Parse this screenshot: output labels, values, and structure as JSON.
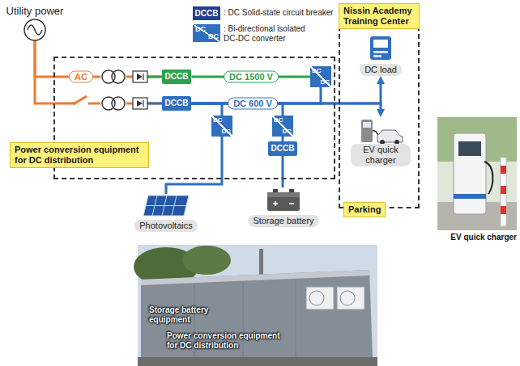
{
  "diagram": {
    "nodes": [
      {
        "text": [
          "Utility power"
        ]
      },
      {
        "text": [
          "Power conversion equipment for DC distribution"
        ]
      },
      {
        "text": [
          "DCCB"
        ],
        "in": 1
      },
      {
        "text": [
          "DC",
          "DC"
        ],
        "in": 1
      },
      {
        "text": [
          "DCCB"
        ],
        "in": 1
      },
      {
        "text": [
          "DC",
          "DC"
        ],
        "in": 1
      },
      {
        "text": [
          "DC",
          "DC"
        ],
        "in": 1
      },
      {
        "text": [
          "DCCB"
        ],
        "in": 1
      },
      {
        "text": [
          "Nissin Academy Training Center",
          "Parking"
        ]
      },
      {
        "text": [
          "DC load"
        ],
        "in": 8
      },
      {
        "text": [
          "EV quick charger"
        ],
        "in": 8
      },
      {
        "text": [
          "Photovoltaics"
        ]
      },
      {
        "text": [
          "Storage battery"
        ]
      }
    ],
    "edges": [
      {
        "from": 0,
        "to": 2,
        "arrow": "none",
        "label": "AC"
      },
      {
        "from": 0,
        "to": 4,
        "arrow": "none"
      },
      {
        "from": 2,
        "to": 3,
        "arrow": "none",
        "label": "DC 1500 V"
      },
      {
        "from": 3,
        "to": 4,
        "arrow": "none"
      },
      {
        "from": 4,
        "to": 9,
        "arrow": "to",
        "label": "DC 600 V"
      },
      {
        "from": 4,
        "to": 10,
        "arrow": "to"
      },
      {
        "from": 4,
        "to": 5,
        "arrow": "none"
      },
      {
        "from": 4,
        "to": 6,
        "arrow": "none"
      },
      {
        "from": 5,
        "to": 11,
        "arrow": "none"
      },
      {
        "from": 6,
        "to": 7,
        "arrow": "none"
      },
      {
        "from": 7,
        "to": 12,
        "arrow": "none"
      }
    ],
    "labels": [
      "DCCB",
      "DC",
      "DC",
      "EV quick charger",
      "Storage battery equipment",
      "Power conversion equipment for DC distribution"
    ],
    "legend": [
      {
        "text": ": DC Solid-state circuit breaker",
        "color": "#23408e"
      },
      {
        "text": ": Bi-directional isolated DC-DC converter",
        "color": "#2f6fc0"
      }
    ]
  }
}
